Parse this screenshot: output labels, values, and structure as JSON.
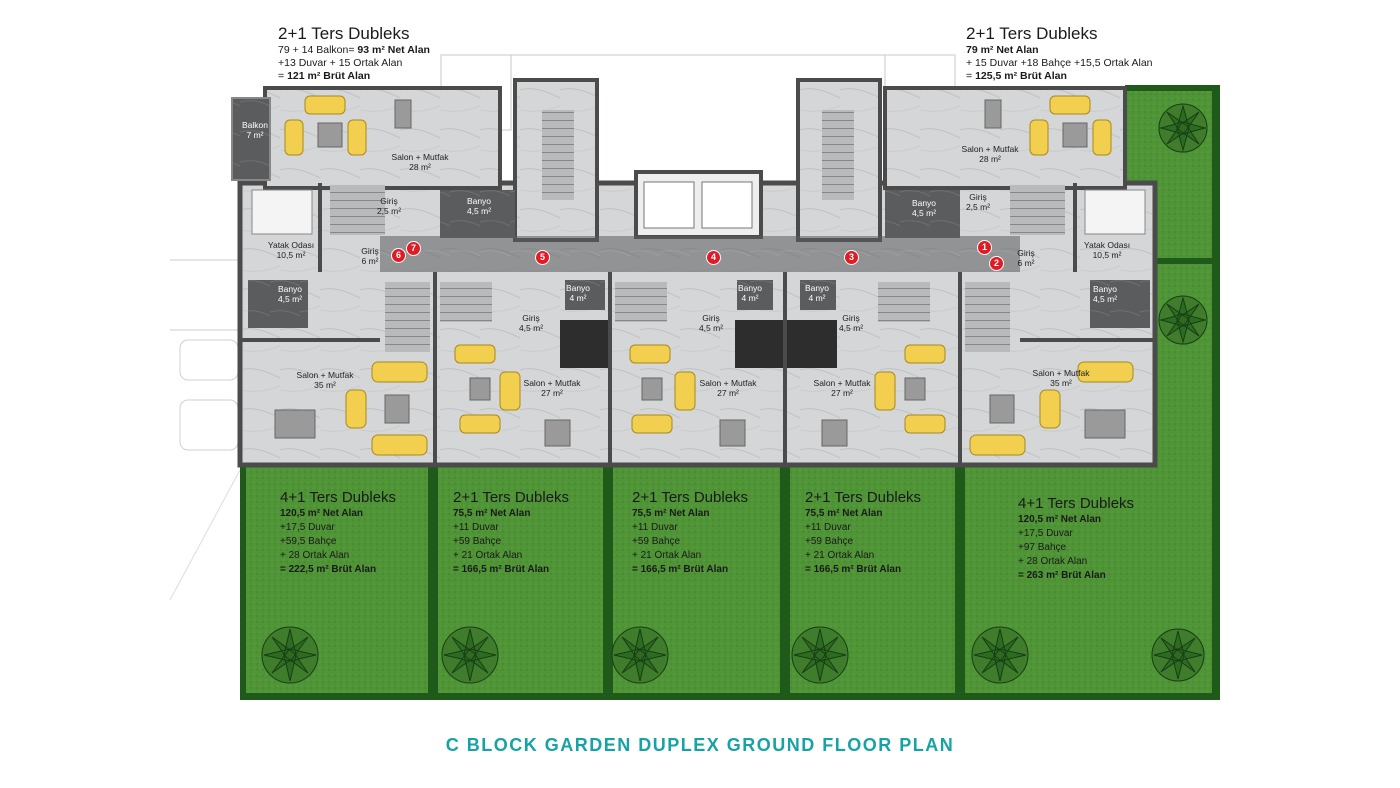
{
  "title": "C BLOCK GARDEN DUPLEX GROUND FLOOR PLAN",
  "colors": {
    "garden": "#4f9436",
    "hedge": "#1f5a1b",
    "floor": "#d6d8d9",
    "wall": "#4b4b4b",
    "furniture": "#f2cf4e",
    "marker": "#e01b24",
    "title": "#17a2a5"
  },
  "top_left_unit": {
    "title": "2+1 Ters Dubleks",
    "line1_plain": "79 + 14 Balkon= ",
    "line1_bold": "93 m² Net Alan",
    "line2": "+13 Duvar + 15 Ortak Alan",
    "line3_plain": "= ",
    "line3_bold": "121 m² Brüt Alan"
  },
  "top_right_unit": {
    "title": "2+1 Ters Dubleks",
    "line1_bold": "79 m² Net Alan",
    "line2": "+ 15 Duvar +18 Bahçe +15,5 Ortak Alan",
    "line3_plain": "= ",
    "line3_bold": "125,5 m² Brüt Alan"
  },
  "garden_units": [
    {
      "title": "4+1 Ters Dubleks",
      "net": "120,5 m² Net Alan",
      "duvar": "+17,5 Duvar",
      "bahce": "+59,5 Bahçe",
      "ortak": "+ 28 Ortak Alan",
      "brut": "= 222,5 m² Brüt Alan"
    },
    {
      "title": "2+1 Ters Dubleks",
      "net": "75,5 m² Net Alan",
      "duvar": "+11 Duvar",
      "bahce": "+59 Bahçe",
      "ortak": "+ 21 Ortak Alan",
      "brut": "= 166,5 m² Brüt Alan"
    },
    {
      "title": "2+1 Ters Dubleks",
      "net": "75,5 m² Net Alan",
      "duvar": "+11 Duvar",
      "bahce": "+59 Bahçe",
      "ortak": "+ 21 Ortak Alan",
      "brut": "= 166,5 m² Brüt Alan"
    },
    {
      "title": "2+1 Ters Dubleks",
      "net": "75,5 m² Net Alan",
      "duvar": "+11 Duvar",
      "bahce": "+59 Bahçe",
      "ortak": "+ 21 Ortak Alan",
      "brut": "= 166,5 m² Brüt Alan"
    },
    {
      "title": "4+1 Ters Dubleks",
      "net": "120,5 m² Net Alan",
      "duvar": "+17,5 Duvar",
      "bahce": "+97 Bahçe",
      "ortak": "+ 28 Ortak Alan",
      "brut": "= 263 m² Brüt Alan"
    }
  ],
  "rooms": {
    "balkon": {
      "name": "Balkon",
      "area": "7 m²"
    },
    "salon_28_left": {
      "name": "Salon + Mutfak",
      "area": "28 m²"
    },
    "giris_25_left": {
      "name": "Giriş",
      "area": "2,5 m²"
    },
    "banyo_45_top_left": {
      "name": "Banyo",
      "area": "4,5 m²"
    },
    "yatak_left": {
      "name": "Yatak Odası",
      "area": "10,5 m²"
    },
    "giris_6_left": {
      "name": "Giriş",
      "area": "6 m²"
    },
    "banyo_45_left": {
      "name": "Banyo",
      "area": "4,5 m²"
    },
    "salon_35_left": {
      "name": "Salon + Mutfak",
      "area": "35 m²"
    },
    "banyo_4_a": {
      "name": "Banyo",
      "area": "4 m²"
    },
    "giris_45_a": {
      "name": "Giriş",
      "area": "4,5 m²"
    },
    "salon_27_a": {
      "name": "Salon + Mutfak",
      "area": "27 m²"
    },
    "banyo_4_b": {
      "name": "Banyo",
      "area": "4 m²"
    },
    "giris_45_b": {
      "name": "Giriş",
      "area": "4,5 m²"
    },
    "salon_27_b": {
      "name": "Salon + Mutfak",
      "area": "27 m²"
    },
    "banyo_4_c": {
      "name": "Banyo",
      "area": "4 m²"
    },
    "giris_45_c": {
      "name": "Giriş",
      "area": "4,5 m²"
    },
    "salon_27_c": {
      "name": "Salon + Mutfak",
      "area": "27 m²"
    },
    "salon_28_right": {
      "name": "Salon + Mutfak",
      "area": "28 m²"
    },
    "giris_25_right": {
      "name": "Giriş",
      "area": "2,5 m²"
    },
    "banyo_45_top_right": {
      "name": "Banyo",
      "area": "4,5 m²"
    },
    "yatak_right": {
      "name": "Yatak Odası",
      "area": "10,5 m²"
    },
    "giris_6_right": {
      "name": "Giriş",
      "area": "6 m²"
    },
    "banyo_45_right": {
      "name": "Banyo",
      "area": "4,5 m²"
    },
    "salon_35_right": {
      "name": "Salon + Mutfak",
      "area": "35 m²"
    }
  },
  "markers": [
    "1",
    "2",
    "3",
    "4",
    "5",
    "6",
    "7"
  ]
}
